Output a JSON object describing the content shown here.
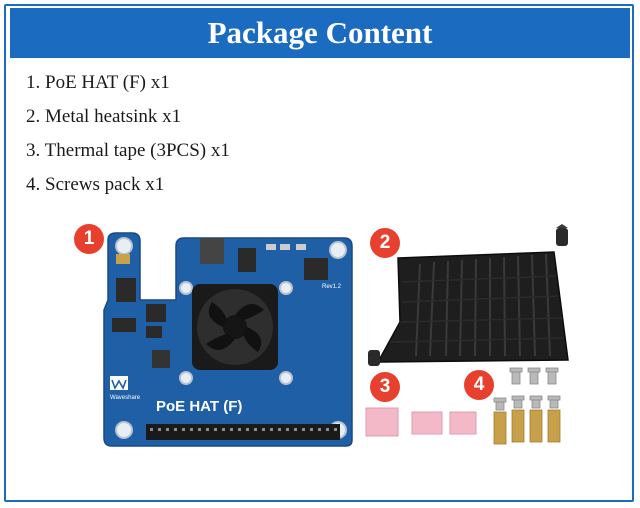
{
  "header": {
    "title": "Package Content"
  },
  "items": [
    {
      "text": "1. PoE HAT (F) x1"
    },
    {
      "text": "2. Metal heatsink x1"
    },
    {
      "text": "3. Thermal tape (3PCS) x1"
    },
    {
      "text": "4. Screws pack x1"
    }
  ],
  "badges": [
    "1",
    "2",
    "3",
    "4"
  ],
  "board": {
    "name": "PoE HAT (F)",
    "brand": "Waveshare",
    "rev": "Rev1.2"
  },
  "colors": {
    "accent": "#1b6cc0",
    "badge": "#e8402e",
    "pcb": "#1f5fa6",
    "heatsink": "#1e1e1e",
    "tape": "#f3b9c8",
    "brass": "#c9a04a"
  },
  "icons": [
    "cooling-fan-icon",
    "waveshare-logo-icon"
  ]
}
